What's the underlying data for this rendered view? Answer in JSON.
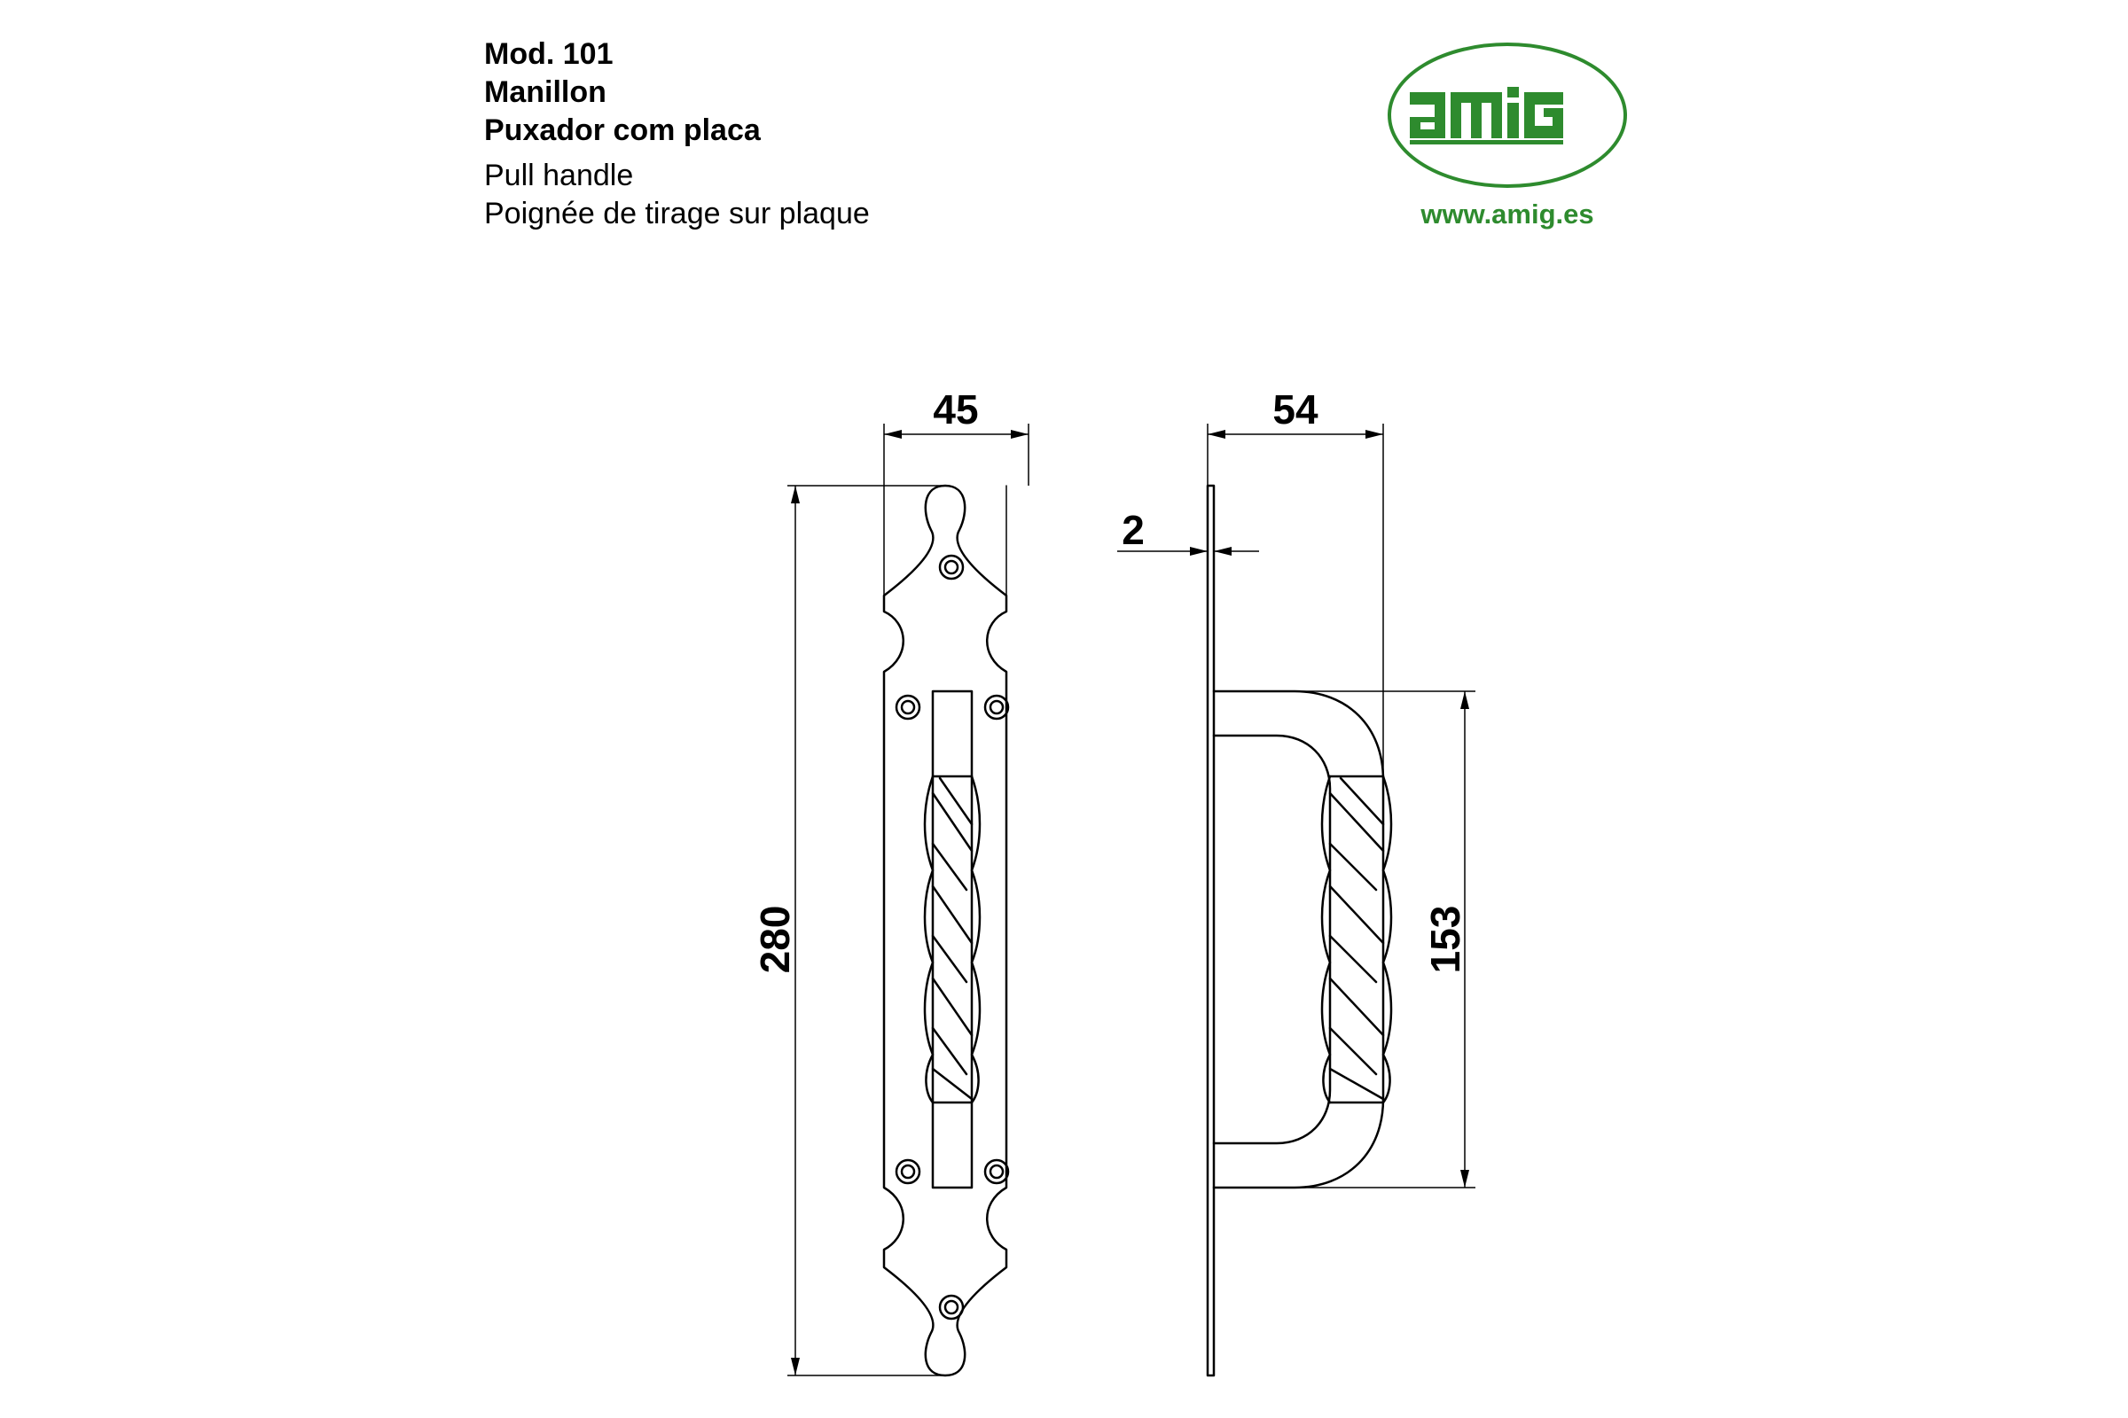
{
  "header": {
    "model": "Mod. 101",
    "name_es": "Manillon",
    "name_pt": "Puxador com placa",
    "name_en": "Pull handle",
    "name_fr": "Poignée de tirage sur plaque"
  },
  "logo": {
    "text": "amig",
    "url": "www.amig.es",
    "color": "#2e8b2e"
  },
  "dimensions": {
    "plate_width": "45",
    "handle_projection": "54",
    "plate_thickness": "2",
    "plate_length": "280",
    "handle_centers": "153"
  }
}
